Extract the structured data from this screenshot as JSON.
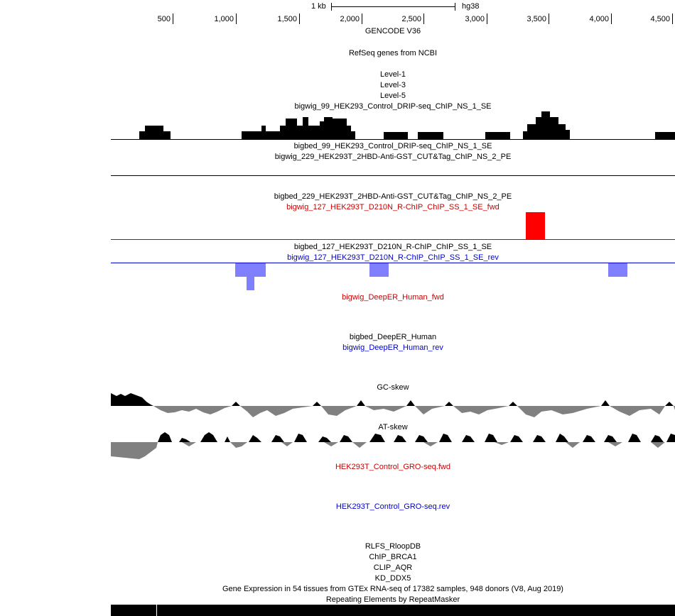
{
  "header": {
    "scale_label": "1 kb",
    "assembly": "hg38",
    "ruler_ticks": [
      "500",
      "1,000",
      "1,500",
      "2,000",
      "2,500",
      "3,000",
      "3,500",
      "4,000",
      "4,500"
    ]
  },
  "tracks": {
    "gencode": "GENCODE V36",
    "refseq": "RefSeq genes from NCBI",
    "level1": "Level-1",
    "level3": "Level-3",
    "level5": "Level-5",
    "drip_bigwig": "bigwig_99_HEK293_Control_DRIP-seq_ChIP_NS_1_SE",
    "drip_bigbed": "bigbed_99_HEK293_Control_DRIP-seq_ChIP_NS_1_SE",
    "cut_bigwig": "bigwig_229_HEK293T_2HBD-Anti-GST_CUT&Tag_ChIP_NS_2_PE",
    "cut_bigbed": "bigbed_229_HEK293T_2HBD-Anti-GST_CUT&Tag_ChIP_NS_2_PE",
    "rchip_fwd": "bigwig_127_HEK293T_D210N_R-ChIP_ChIP_SS_1_SE_fwd",
    "rchip_bigbed": "bigbed_127_HEK293T_D210N_R-ChIP_ChIP_SS_1_SE",
    "rchip_rev": "bigwig_127_HEK293T_D210N_R-ChIP_ChIP_SS_1_SE_rev",
    "deeper_fwd": "bigwig_DeepER_Human_fwd",
    "deeper_bigbed": "bigbed_DeepER_Human",
    "deeper_rev": "bigwig_DeepER_Human_rev",
    "gc_skew": "GC-skew",
    "at_skew": "AT-skew",
    "gro_fwd": "HEK293T_Control_GRO-seq.fwd",
    "gro_rev": "HEK293T_Control_GRO-seq.rev",
    "rlfs": "RLFS_RloopDB",
    "chip_brca1": "ChIP_BRCA1",
    "clip_aqr": "CLIP_AQR",
    "kd_ddx5": "KD_DDX5",
    "gtex": "Gene Expression in 54 tissues from GTEx RNA-seq of 17382 samples, 948 donors (V8, Aug 2019)",
    "repeatmasker": "Repeating Elements by RepeatMasker"
  },
  "colors": {
    "fwd": "#cc0000",
    "rev": "#0000cc",
    "rchip_fwd_bar": "#ff0000",
    "rchip_rev_bar": "#8080ff",
    "skew_neg": "#808080",
    "skew_pos": "#000000"
  }
}
